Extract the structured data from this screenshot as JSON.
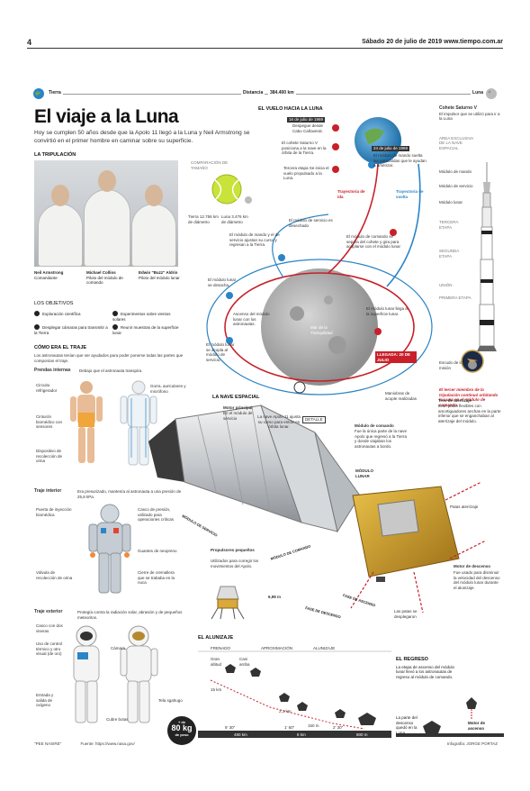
{
  "header": {
    "page_number": "4",
    "date_site": "Sábado 20 de julio de 2019 www.tiempo.com.ar"
  },
  "distance_bar": {
    "left": "Tierra",
    "center_label": "Distancia",
    "center_value": "384.400 km",
    "right": "Luna"
  },
  "title": "El viaje a la Luna",
  "intro": "Hoy se cumplen 50 años desde que la Apolo 11 llegó a la Luna y Neil Armstrong se convirtió en el primer hombre en caminar sobre su superficie.",
  "crew": {
    "heading": "LA TRIPULACIÓN",
    "members": [
      {
        "name": "Neil Armstrong",
        "role": "Comandante"
      },
      {
        "name": "Michael Collins",
        "role": "Piloto del módulo de comando"
      },
      {
        "name": "Edwin \"Buzz\" Aldrin",
        "role": "Piloto del módulo lunar"
      }
    ]
  },
  "comparison": {
    "label": "COMPARACIÓN DE TAMAÑO",
    "earth": "Tierra 12.756 km de diámetro",
    "moon": "Luna 3.476 km de diámetro"
  },
  "objectives": {
    "heading": "LOS OBJETIVOS",
    "items": [
      "Exploración científica",
      "Experimentos sobre vientos solares",
      "Desplegar cámaras para transmitir a la Tierra",
      "Reunir muestras de la superficie lunar"
    ]
  },
  "suit": {
    "heading": "CÓMO ERA EL TRAJE",
    "subtitle": "Los astronautas tenían que ser ayudados para poder ponerse todas las partes que componían el traje.",
    "inner": {
      "title": "Prendas internas",
      "desc": "Debajo que el astronauta transpira.",
      "labels": [
        "Circuito refrigerador",
        "Gorra, auriculares y micrófono",
        "Cinturón biomédico con sensores",
        "Dispositivo de recolección de orina"
      ]
    },
    "interior": {
      "title": "Traje interior",
      "desc": "Era presurizado, mantenía al astronauta a una presión de 25,8 kPa.",
      "labels": [
        "Puerta de inyección biomédica",
        "Casco de presión, utilizado para operaciones críticas",
        "Guantes de neopreno",
        "Válvula de recolección de orina",
        "Cierre de cremallera que se trababa en la nuca"
      ]
    },
    "exterior": {
      "title": "Traje exterior",
      "desc": "Protegía contra la radiación solar, abrasión y de pequeños meteoritos.",
      "labels": [
        "Casco con dos viseras",
        "Uso de control térmico y otro visual (de oro)",
        "Cámara",
        "Entrada y salida de oxígeno",
        "Tela sgahugo",
        "Cubre botas"
      ],
      "weight": "80 kg",
      "weight_prefix": "+ de",
      "weight_suffix": "de peso"
    }
  },
  "flight": {
    "heading": "EL VUELO HACIA LA LUNA",
    "steps": [
      {
        "num": "1",
        "date": "16 de julio de 1969",
        "text": "Despegue desde Cabo Cañaveral."
      },
      {
        "num": "2",
        "text": "El cohete Saturno V posiciona a la nave en la órbita de la Tierra."
      },
      {
        "num": "3",
        "text": "Tercera etapa Se inicia el vuelo propulsado a la Luna."
      },
      {
        "num": "15",
        "date": "24 de julio de 1969",
        "text": "El módulo de mando suelta las paracaídas que le ayudan a amerizar."
      },
      {
        "num": "4",
        "text": "El módulo de mando y el de servicio ajustan su curso y regresan a la Tierra."
      },
      {
        "num": "5",
        "text": "El módulo de comando se separa del cohete y gira para acoplarse con el módulo lunar"
      },
      {
        "num": "6",
        "text": "El módulo lunar se desacha."
      },
      {
        "num": "7",
        "text": "Ascenso del módulo lunar con los astronautas."
      },
      {
        "num": "8",
        "text": "El módulo lunar se acopla al módulo de servicio."
      },
      {
        "num": "9",
        "text": "El módulo lunar llega a la superficie lunar."
      },
      {
        "num": "10",
        "text": "El módulo de servicio es desechado"
      }
    ],
    "arrival": "LLEGADA: 20 DE JULIO",
    "traj_go": "Trayectoria de ida",
    "traj_back": "Trayectoria de vuelta",
    "maneuvers": "Maniobras de acople realizadas",
    "base": "Mar de la Tranquilidad"
  },
  "rocket": {
    "title": "Cohete Saturno V",
    "desc": "El impulsor que se utilizó para ir a la Luna",
    "escape": "AREA EXCLUSIVA DE LA NAVE ESPACIAL",
    "parts": [
      "Módulo de mando",
      "Módulo de servicio",
      "Módulo lunar",
      "TERCERA ETAPA",
      "SEGUNDA ETAPA",
      "UNIÓN",
      "PRIMERA ETAPA"
    ],
    "escudo": "Escudo de la misión",
    "lunar_note": "El tercer miembro de la tripulación continuó orbitando la Luna en el módulo de comando."
  },
  "ship": {
    "heading": "LA NAVE ESPACIAL",
    "labels": {
      "main_engine": "Motor principal",
      "main_engine_desc": "En el módulo de servicio",
      "ship_desc": "La nave Apolo 11 ajusta su curso para entrar en órbita lunar.",
      "detail": "DETALLE",
      "command": "Módulo de comando",
      "command_desc": "Fue la única parte de la nave Apolo que regresó a la Tierra y donde viajaban los astronautas a bordo.",
      "lunar_module": "MÓDULO LUNAR",
      "landing_gear": "Tren de aterrizaje",
      "landing_gear_desc": "Eran patas flexibles con amortiguadores anchas en la parte inferior que se enganchaban al aterrizaje del módulo.",
      "thrusters": "Propulsores pequeños",
      "thrusters_desc": "Utilizados para corregir los movimientos del Apolo.",
      "service_module": "MÓDULO DE SERVICIO",
      "command_module": "MÓDULO DE COMANDO",
      "height": "6,98 m",
      "feet": "Patas aterrizaje",
      "descent_engine": "Motor de descenso",
      "descent_engine_desc": "Fue usado para disminuir la velocidad del descenso del módulo lunar durante el alunizaje.",
      "descent_phase": "FASE DE DESCENSO",
      "ascent_phase": "FASE DE ASCENSO",
      "feet2": "Las patas se desplegaron"
    }
  },
  "landing": {
    "heading": "EL ALUNIZAJE",
    "phases": [
      "FRENADO",
      "APROXIMACIÓN",
      "ALUNIZAJE"
    ],
    "sub": [
      "Gran altitud",
      "Casi arriba"
    ],
    "heights": [
      "15 km",
      "2,1 km",
      "150 m"
    ],
    "times": [
      "8' 30\"",
      "1' 60\"",
      "2' 30\""
    ],
    "distances": [
      "480 km",
      "8 km",
      "800 m"
    ]
  },
  "return": {
    "heading": "EL REGRESO",
    "text": "La etapa de ascenso del módulo lunar llevó a los astronautas de regreso al módulo de comando.",
    "engine": "Motor de ascenso",
    "base_note": "La parte del descenso quedó en la Luna."
  },
  "footer": {
    "credit_left": "\"PEE NASIRE\"",
    "source": "Fuente: https://www.nasa.gov/",
    "credit_right": "Infografía: JORGE PORTAZ"
  },
  "colors": {
    "accent": "#c8202a",
    "blue": "#2b84c6",
    "tennis": "#c9e33a"
  }
}
